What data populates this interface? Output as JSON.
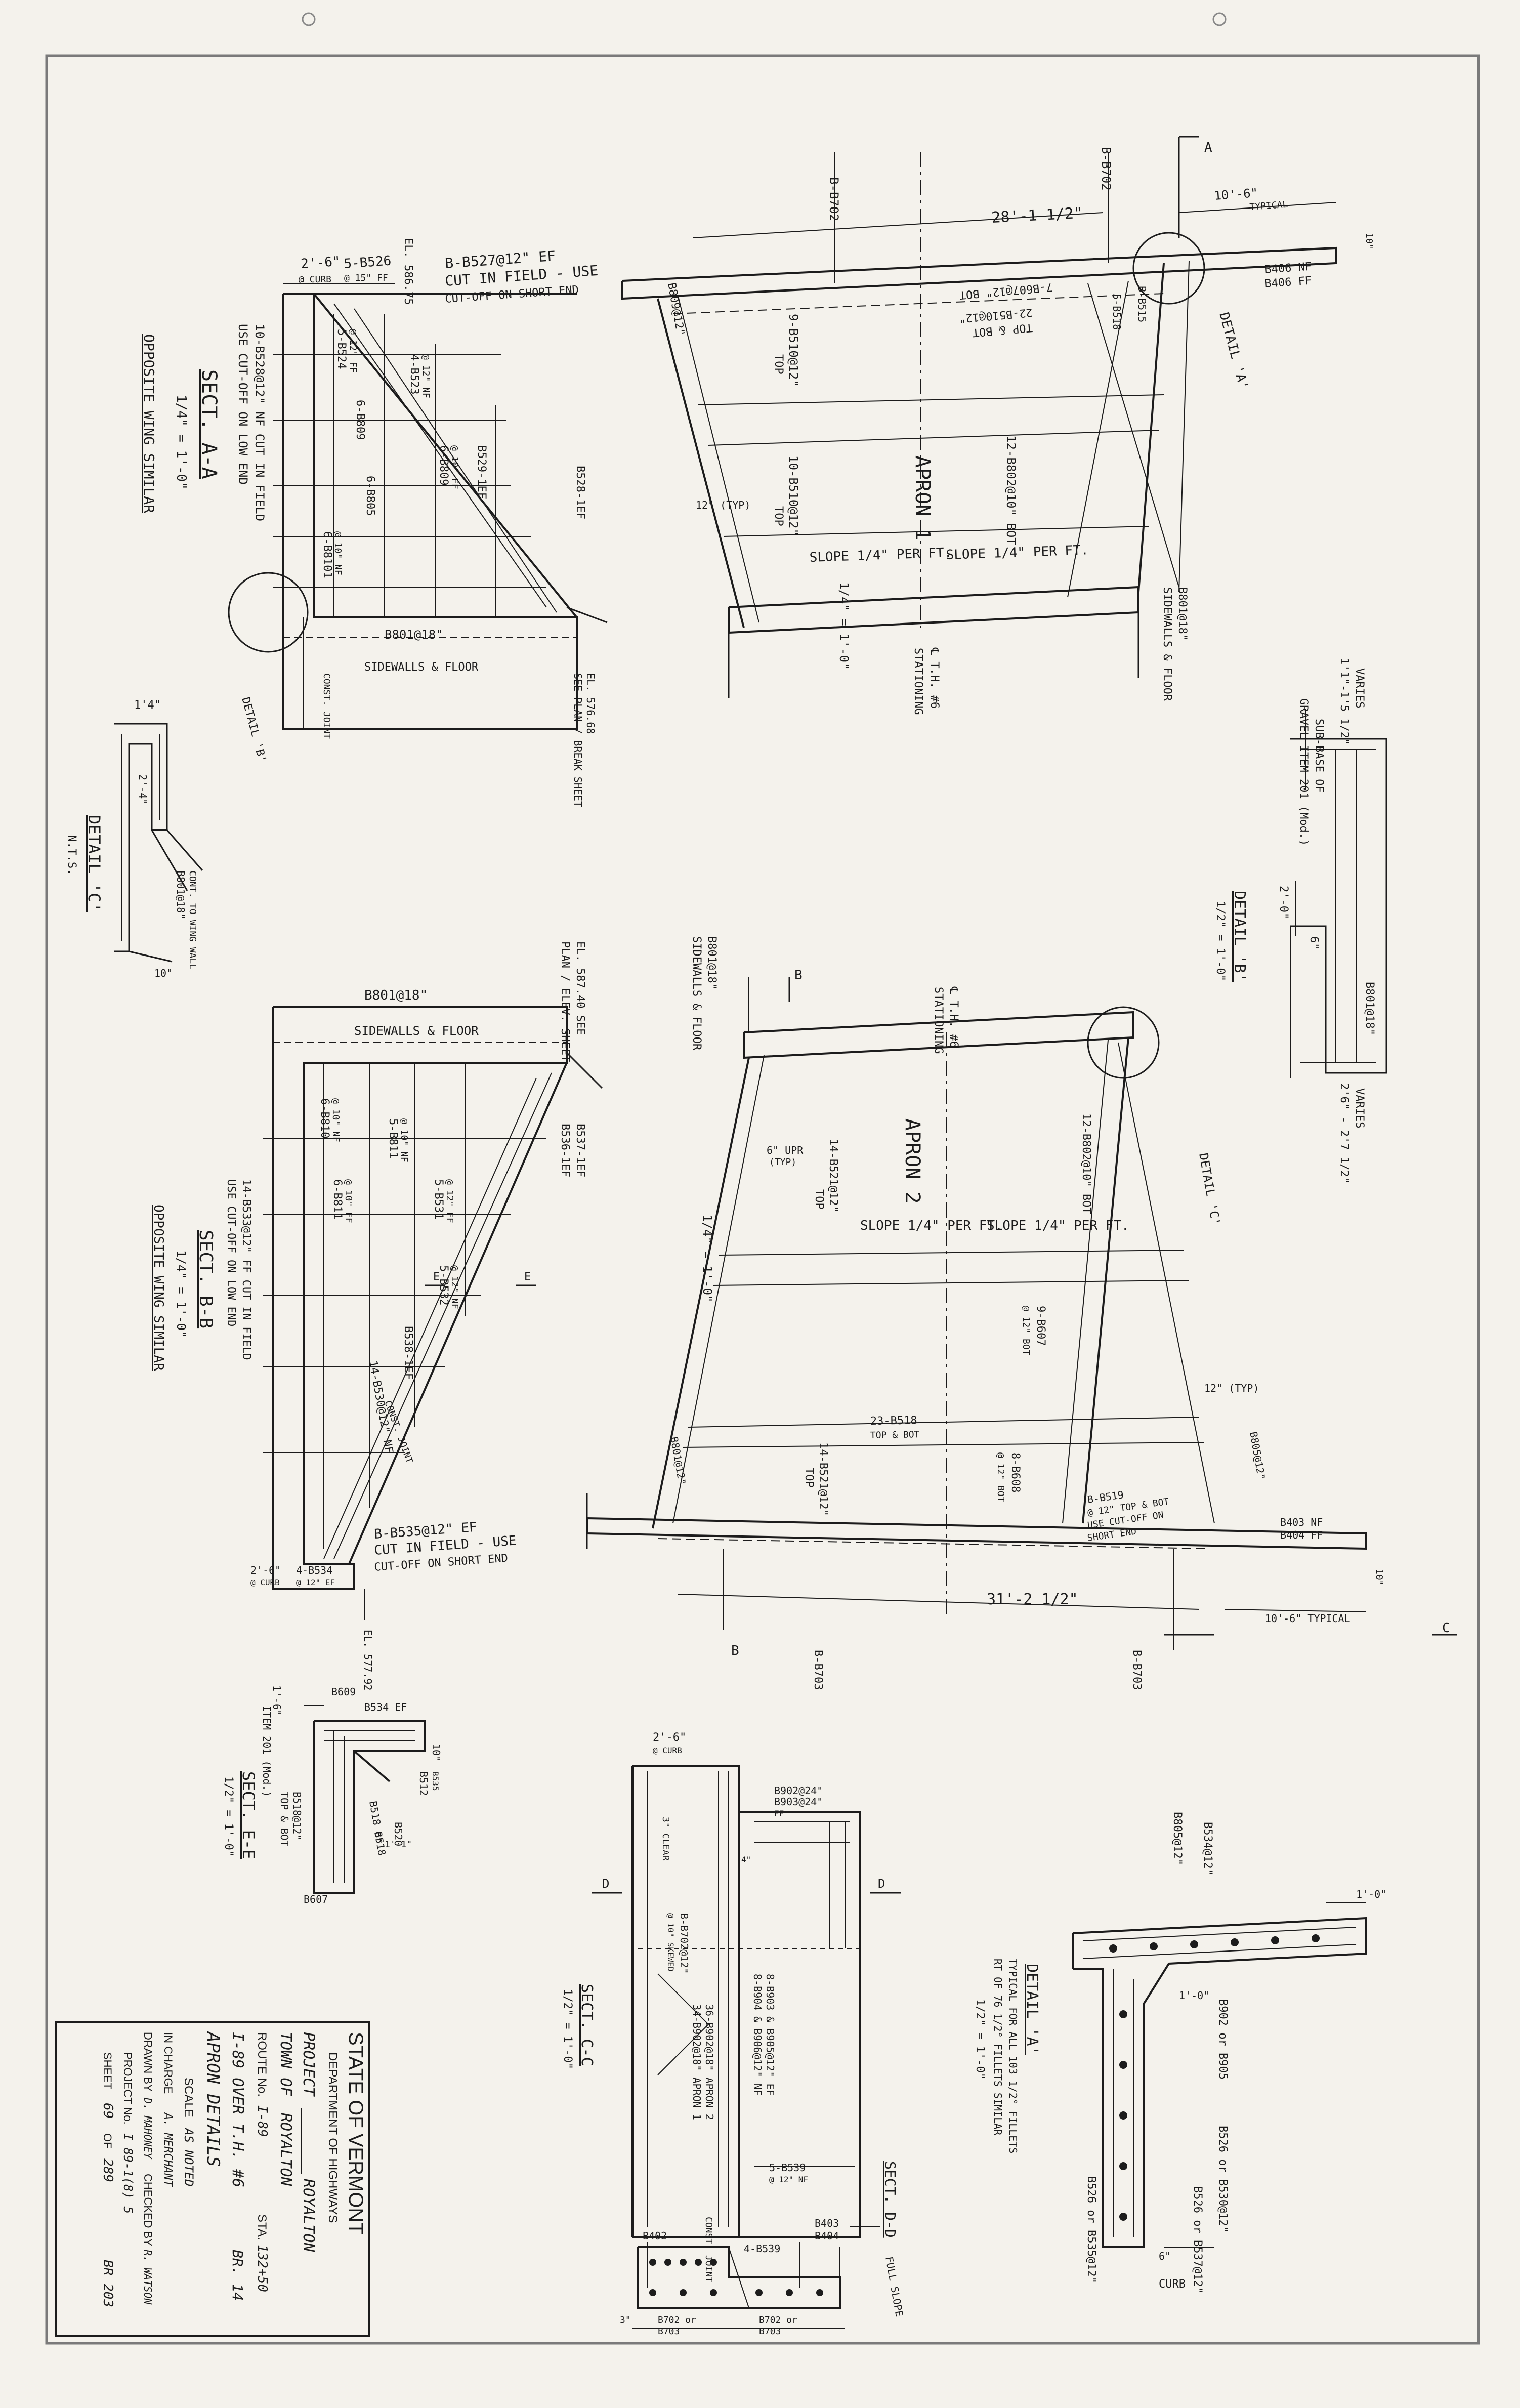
{
  "upper_left_section": {
    "title": "SECT. A-A",
    "scale": "1/4\" = 1'-0\"",
    "note": "OPPOSITE WING SIMILAR",
    "labels": [
      "2'-6\"",
      "@ CURB",
      "5-B526",
      "@ 15\" FF",
      "EL. 586.75",
      "B-B527@12\" EF",
      "CUT IN FIELD - USE",
      "CUT-OFF ON SHORT END",
      "10-B528@12\" NF CUT IN FIELD",
      "USE CUT-OFF ON LOW END",
      "5-B524",
      "@ 12\" FF",
      "4-B523",
      "@ 12\" NF",
      "6-B809",
      "6-B805",
      "B529-1EF",
      "6-B809",
      "@ 10\" FF",
      "6-B8101",
      "@ 10\" NF",
      "B528-1EF",
      "B801@18\"",
      "SIDEWALLS & FLOOR",
      "CONST. JOINT",
      "EL. 576.68",
      "SEE PLAN / BREAK SHEET",
      "DETAIL 'B'"
    ]
  },
  "detail_c": {
    "title": "DETAIL 'C'",
    "scale": "N.T.S.",
    "labels": [
      "1'4\"",
      "2'-4\"",
      "B801@18\"",
      "CONT. TO WING WALL",
      "10\""
    ]
  },
  "apron1": {
    "title": "APRON 1",
    "scale": "1/4\" = 1'-0\"",
    "labels": [
      "B-B702",
      "B-B702",
      "28'-1 1/2\"",
      "10'-6\"",
      "TYPICAL",
      "10\"",
      "B406 NF",
      "B406 FF",
      "DETAIL 'A'",
      "A",
      "7-B607@12\" BOT",
      "22-B510@12\"",
      "TOP & BOT",
      "9-B510@12\"",
      "TOP",
      "10-B510@12\"",
      "TOP",
      "12-B802@10\" BOT",
      "B809@12\"",
      "12\" (TYP)",
      "SLOPE 1/4\" PER FT.",
      "SLOPE 1/4\" PER FT.",
      "B801@18\"",
      "SIDEWALLS & FLOOR",
      "℄ T.H. #6",
      "STATIONING",
      "5-B518",
      "B-B515"
    ]
  },
  "detail_b": {
    "title": "DETAIL 'B'",
    "scale": "1/2\" = 1'-0\"",
    "labels": [
      "VARIES",
      "1'1\"-1'5 1/2\"",
      "SUB-BASE OF",
      "GRAVEL ITEM 201 (Mod.)",
      "2'-0\"",
      "6\"",
      "B801@18\"",
      "VARIES",
      "2'6\" - 2'7 1/2\""
    ]
  },
  "middle_left_section": {
    "title": "SECT. B-B",
    "scale": "1/4\" = 1'-0\"",
    "note": "OPPOSITE WING SIMILAR",
    "labels": [
      "EL. 587.40 SEE",
      "PLAN / ELEV. SHEET",
      "B801@18\"",
      "SIDEWALLS & FLOOR",
      "6-B810",
      "@ 10\" NF",
      "5-B811",
      "@ 10\" NF",
      "6-B811",
      "@ 10\" FF",
      "5-B531",
      "@ 12\" FF",
      "5-B532",
      "@ 12\" NF",
      "B537-1EF",
      "B536-1EF",
      "14-B533@12\" FF CUT IN FIELD",
      "USE CUT-OFF ON LOW END",
      "14-B530@12\" NF",
      "CONST. JOINT",
      "B538-1EF",
      "B-B535@12\" EF",
      "CUT IN FIELD - USE",
      "CUT-OFF ON SHORT END",
      "2'-6\"",
      "@ CURB",
      "4-B534",
      "@ 12\" EF",
      "EL. 577.92",
      "E",
      "E"
    ]
  },
  "apron2": {
    "title": "APRON 2",
    "scale": "1/4\" = 1'-0\"",
    "labels": [
      "B801@18\"",
      "SIDEWALLS & FLOOR",
      "B",
      "℄ T.H. #6",
      "STATIONING",
      "6\" UPR",
      "(TYP)",
      "14-B521@12\"",
      "TOP",
      "12-B802@10\" BOT",
      "SLOPE 1/4\" PER FT.",
      "SLOPE 1/4\" PER FT.",
      "DETAIL 'C'",
      "9-B607",
      "@ 12\" BOT",
      "12\" (TYP)",
      "23-B518",
      "TOP & BOT",
      "8-B608",
      "@ 12\" BOT",
      "14-B521@12\"",
      "TOP",
      "B801@12\"",
      "B805@12\"",
      "B-B519",
      "@ 12\" TOP & BOT",
      "USE CUT-OFF ON",
      "SHORT END",
      "B403 NF",
      "B404 FF",
      "10\"",
      "31'-2 1/2\"",
      "10'-6\" TYPICAL",
      "B-B703",
      "B-B703",
      "B",
      "C"
    ]
  },
  "sect_e_e": {
    "title": "SECT. E-E",
    "scale": "1/2\" = 1'-0\"",
    "labels": [
      "1'-6\"",
      "ITEM 201 (Mod.)",
      "B609",
      "B534 EF",
      "10\"",
      "B518 or",
      "B512",
      "B518@12\"",
      "TOP & BOT",
      "B520",
      "B518",
      "B607",
      "B535",
      "1'-1\""
    ]
  },
  "sect_c_c": {
    "title": "SECT. C-C",
    "scale": "1/2\" = 1'-0\"",
    "labels": [
      "2'-6\"",
      "@ CURB",
      "B902@24\"",
      "B903@24\"",
      "FF",
      "3\" CLEAR",
      "36-B902@18\" APRON 2",
      "34-B902@18\" APRON 1",
      "B-B702@12\"",
      "@ 10\" SKEWED",
      "8-B903 & B905@12\" EF",
      "8-B904 & B906@12\" NF",
      "5-B539",
      "@ 12\" NF",
      "4\"",
      "D",
      "D"
    ]
  },
  "sect_d_d": {
    "title": "SECT. D-D",
    "labels": [
      "B402",
      "CONST. JOINT",
      "4-B539",
      "B403",
      "B404",
      "FULL SLOPE",
      "B702 or",
      "B703",
      "B702 or",
      "B703",
      "3\""
    ]
  },
  "detail_a": {
    "title": "DETAIL 'A'",
    "subtitle": "TYPICAL FOR ALL 103 1/2° FILLETS",
    "subtitle2": "RT OF 76 1/2° FILLETS SIMILAR",
    "scale": "1/2\" = 1'-0\"",
    "labels": [
      "B805@12\"",
      "B534@12\"",
      "B902 or B905",
      "B526 or B530@12\"",
      "B526 or B537@12\"",
      "B526 or B535@12\"",
      "6\"",
      "CURB",
      "1'-0\"",
      "1'-0\""
    ]
  },
  "title_block": {
    "state": "STATE OF VERMONT",
    "department": "DEPARTMENT OF HIGHWAYS",
    "project_label": "PROJECT",
    "project": "ROYALTON",
    "town_label": "TOWN OF",
    "town": "ROYALTON",
    "route_label": "ROUTE No.",
    "route": "I-89",
    "sta_label": "STA.",
    "station": "132+50",
    "bridge_desc": "I-89 OVER T.H. #6",
    "bridge_no": "BR. 14",
    "sheet_title": "APRON DETAILS",
    "scale_label": "SCALE",
    "scale": "AS NOTED",
    "in_charge_label": "IN CHARGE",
    "in_charge": "A. MERCHANT",
    "drawn_label": "DRAWN BY",
    "drawn_by": "D. MAHONEY",
    "checked_label": "CHECKED BY",
    "checked_by": "R. WATSON",
    "project_no_label": "PROJECT No.",
    "project_no": "I 89-1(8) 5",
    "sheet_label": "SHEET",
    "sheet_no": "69",
    "of_label": "OF",
    "sheet_total": "289",
    "drawing_no": "BR 203"
  },
  "colors": {
    "paper": "#f4f2ec",
    "ink": "#1c1c1c",
    "border": "#7a7a7a"
  }
}
